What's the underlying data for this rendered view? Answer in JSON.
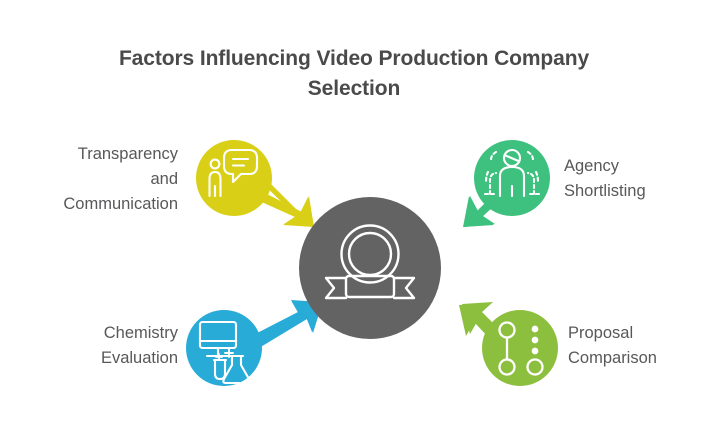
{
  "title": "Factors Influencing Video Production Company Selection",
  "colors": {
    "background": "#ffffff",
    "title_text": "#4a4a4a",
    "label_text": "#58585a",
    "center_gray": "#636363",
    "yellow": "#d9cf17",
    "teal": "#3ec17e",
    "blue": "#29abd8",
    "green": "#8dbf3f",
    "icon_stroke": "#ffffff"
  },
  "center": {
    "icon": "award-ribbon-icon",
    "color": "#636363"
  },
  "nodes": [
    {
      "id": "transparency-communication",
      "label": "Transparency\nand\nCommunication",
      "color": "#d9cf17",
      "icon": "person-speech-bubble-icon",
      "position": "top-left",
      "arrow_direction": "down-right"
    },
    {
      "id": "agency-shortlisting",
      "label": "Agency\nShortlisting",
      "color": "#3ec17e",
      "icon": "people-group-icon",
      "position": "top-right",
      "arrow_direction": "down-left"
    },
    {
      "id": "chemistry-evaluation",
      "label": "Chemistry\nEvaluation",
      "color": "#29abd8",
      "icon": "monitor-flask-icon",
      "position": "bottom-left",
      "arrow_direction": "up-right"
    },
    {
      "id": "proposal-comparison",
      "label": "Proposal\nComparison",
      "color": "#8dbf3f",
      "icon": "comparison-nodes-icon",
      "position": "bottom-right",
      "arrow_direction": "up-left"
    }
  ]
}
